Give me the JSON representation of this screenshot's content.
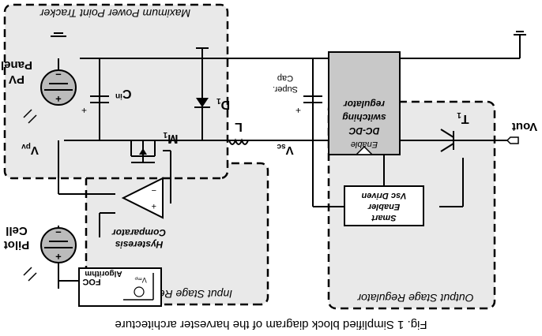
{
  "figure": {
    "caption": "Fig. 1 Simplified block diagram of the harvester architecture"
  },
  "blocks": {
    "input_stage": "Input Stage Regulator",
    "output_stage": "Output Stage Regulator",
    "mppt": "Maximum Power Point Tracker"
  },
  "components": {
    "pv_panel": [
      "PV",
      "Panel"
    ],
    "pilot_cell": [
      "Pilot",
      "Cell"
    ],
    "cin": "C",
    "cin_sub": "in",
    "diode": "D",
    "diode_sub": "1",
    "mosfet": "M",
    "mosfet_sub": "1",
    "inductor": "L",
    "supercap": [
      "Super.",
      "Cap"
    ],
    "dcdc": [
      "DC-DC",
      "switching",
      "regulator"
    ],
    "enable": "Enable",
    "transistor": "T",
    "transistor_sub": "1",
    "vout": "Vout",
    "driver": [
      "Smart",
      "Enabler",
      "Vsc Driven"
    ],
    "comparator": [
      "Hysteresis",
      "Comparator"
    ],
    "foc": "FOC",
    "algorithm": "Algorithm",
    "vmp": "Vₘₚ"
  },
  "nodes": {
    "vpv": "V",
    "vpv_sub": "pv",
    "vsc": "V",
    "vsc_sub": "sc"
  },
  "colors": {
    "ink": "#000000",
    "block_fill": "#e9e9e9",
    "dcdc_fill": "#c8c8c8"
  }
}
